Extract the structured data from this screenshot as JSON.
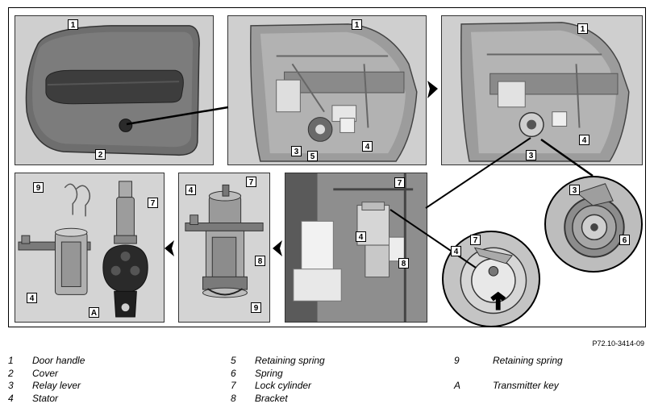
{
  "callouts": {
    "p1": {
      "n1": "1",
      "n2": "2"
    },
    "p2": {
      "n1": "1",
      "n3": "3",
      "n4": "4",
      "n5": "5"
    },
    "p3": {
      "n1": "1",
      "n3": "3",
      "n4": "4"
    },
    "c1": {
      "n3": "3",
      "n6": "6"
    },
    "c2": {
      "n4": "4",
      "n7": "7"
    },
    "p4": {
      "n7": "7",
      "n4": "4",
      "n8": "8"
    },
    "p5": {
      "n7": "7",
      "n4": "4",
      "n8": "8",
      "n9": "9"
    },
    "p6": {
      "n9": "9",
      "n7": "7",
      "n4": "4",
      "nA": "A"
    }
  },
  "figure_code": "P72.10-3414-09",
  "legend": {
    "col1": [
      {
        "num": "1",
        "text": "Door handle"
      },
      {
        "num": "2",
        "text": "Cover"
      },
      {
        "num": "3",
        "text": "Relay lever"
      },
      {
        "num": "4",
        "text": "Stator"
      }
    ],
    "col2": [
      {
        "num": "5",
        "text": "Retaining spring"
      },
      {
        "num": "6",
        "text": "Spring"
      },
      {
        "num": "7",
        "text": "Lock cylinder"
      },
      {
        "num": "8",
        "text": "Bracket"
      }
    ],
    "col3": [
      {
        "num": "9",
        "text": "Retaining spring"
      },
      {
        "num": "A",
        "text": "Transmitter key"
      }
    ]
  }
}
